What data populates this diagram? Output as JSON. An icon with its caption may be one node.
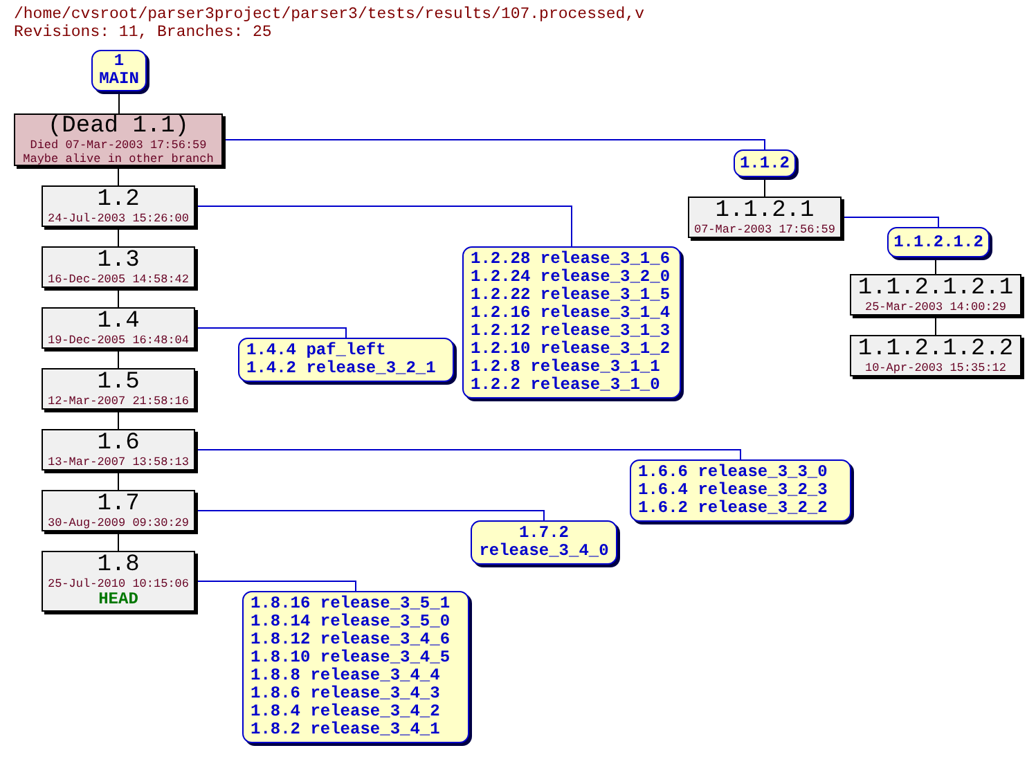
{
  "diagram": {
    "title": "/home/cvsroot/parser3project/parser3/tests/results/107.processed,v",
    "nodes": [
      {
        "text": [
          "1",
          "MAIN"
        ]
      },
      {
        "text": [
          "(Dead 1.1)",
          "Died 07-Mar-2003 17:56:59",
          "Maybe alive in other branch"
        ]
      },
      {
        "text": [
          "1.2",
          "24-Jul-2003 15:26:00"
        ]
      },
      {
        "text": [
          "1.3",
          "16-Dec-2005 14:58:42"
        ]
      },
      {
        "text": [
          "1.4",
          "19-Dec-2005 16:48:04"
        ]
      },
      {
        "text": [
          "1.5",
          "12-Mar-2007 21:58:16"
        ]
      },
      {
        "text": [
          "1.6",
          "13-Mar-2007 13:58:13"
        ]
      },
      {
        "text": [
          "1.7",
          "30-Aug-2009 09:30:29"
        ]
      },
      {
        "text": [
          "1.8",
          "25-Jul-2010 10:15:06",
          "HEAD"
        ]
      },
      {
        "text": [
          "1.1.2"
        ]
      },
      {
        "text": [
          "1.1.2.1",
          "07-Mar-2003 17:56:59"
        ]
      },
      {
        "text": [
          "1.1.2.1.2"
        ]
      },
      {
        "text": [
          "1.1.2.1.2.1",
          "25-Mar-2003 14:00:29"
        ]
      },
      {
        "text": [
          "1.1.2.1.2.2",
          "10-Apr-2003 15:35:12"
        ]
      },
      {
        "text": [
          "1.2.28 release_3_1_6",
          "1.2.24 release_3_2_0",
          "1.2.22 release_3_1_5",
          "1.2.16 release_3_1_4",
          "1.2.12 release_3_1_3",
          "1.2.10 release_3_1_2",
          "1.2.8 release_3_1_1",
          "1.2.2 release_3_1_0"
        ]
      },
      {
        "text": [
          "1.4.4 paf_left",
          "1.4.2 release_3_2_1"
        ]
      },
      {
        "text": [
          "1.6.6 release_3_3_0",
          "1.6.4 release_3_2_3",
          "1.6.2 release_3_2_2"
        ]
      },
      {
        "text": [
          "1.7.2",
          "release_3_4_0"
        ]
      },
      {
        "text": [
          "1.8.16 release_3_5_1",
          "1.8.14 release_3_5_0",
          "1.8.12 release_3_4_6",
          "1.8.10 release_3_4_5",
          "1.8.8 release_3_4_4",
          "1.8.6 release_3_4_3",
          "1.8.4 release_3_4_2",
          "1.8.2 release_3_4_1"
        ]
      }
    ],
    "edges": [
      {
        "from": 0,
        "to": 1,
        "arrow": "none"
      },
      {
        "from": 1,
        "to": 2,
        "arrow": "none"
      },
      {
        "from": 2,
        "to": 3,
        "arrow": "none"
      },
      {
        "from": 3,
        "to": 4,
        "arrow": "none"
      },
      {
        "from": 4,
        "to": 5,
        "arrow": "none"
      },
      {
        "from": 5,
        "to": 6,
        "arrow": "none"
      },
      {
        "from": 6,
        "to": 7,
        "arrow": "none"
      },
      {
        "from": 7,
        "to": 8,
        "arrow": "none"
      },
      {
        "from": 1,
        "to": 9,
        "arrow": "none",
        "color": "#0000cc"
      },
      {
        "from": 9,
        "to": 10,
        "arrow": "none"
      },
      {
        "from": 10,
        "to": 11,
        "arrow": "none",
        "color": "#0000cc"
      },
      {
        "from": 11,
        "to": 12,
        "arrow": "none"
      },
      {
        "from": 12,
        "to": 13,
        "arrow": "none"
      },
      {
        "from": 2,
        "to": 14,
        "arrow": "none",
        "color": "#0000cc"
      },
      {
        "from": 4,
        "to": 15,
        "arrow": "none",
        "color": "#0000cc"
      },
      {
        "from": 6,
        "to": 16,
        "arrow": "none",
        "color": "#0000cc"
      },
      {
        "from": 7,
        "to": 17,
        "arrow": "none",
        "color": "#0000cc"
      },
      {
        "from": 8,
        "to": 18,
        "arrow": "none",
        "color": "#0000cc"
      }
    ],
    "labels": [
      "Revisions: 11, Branches: 25"
    ]
  }
}
